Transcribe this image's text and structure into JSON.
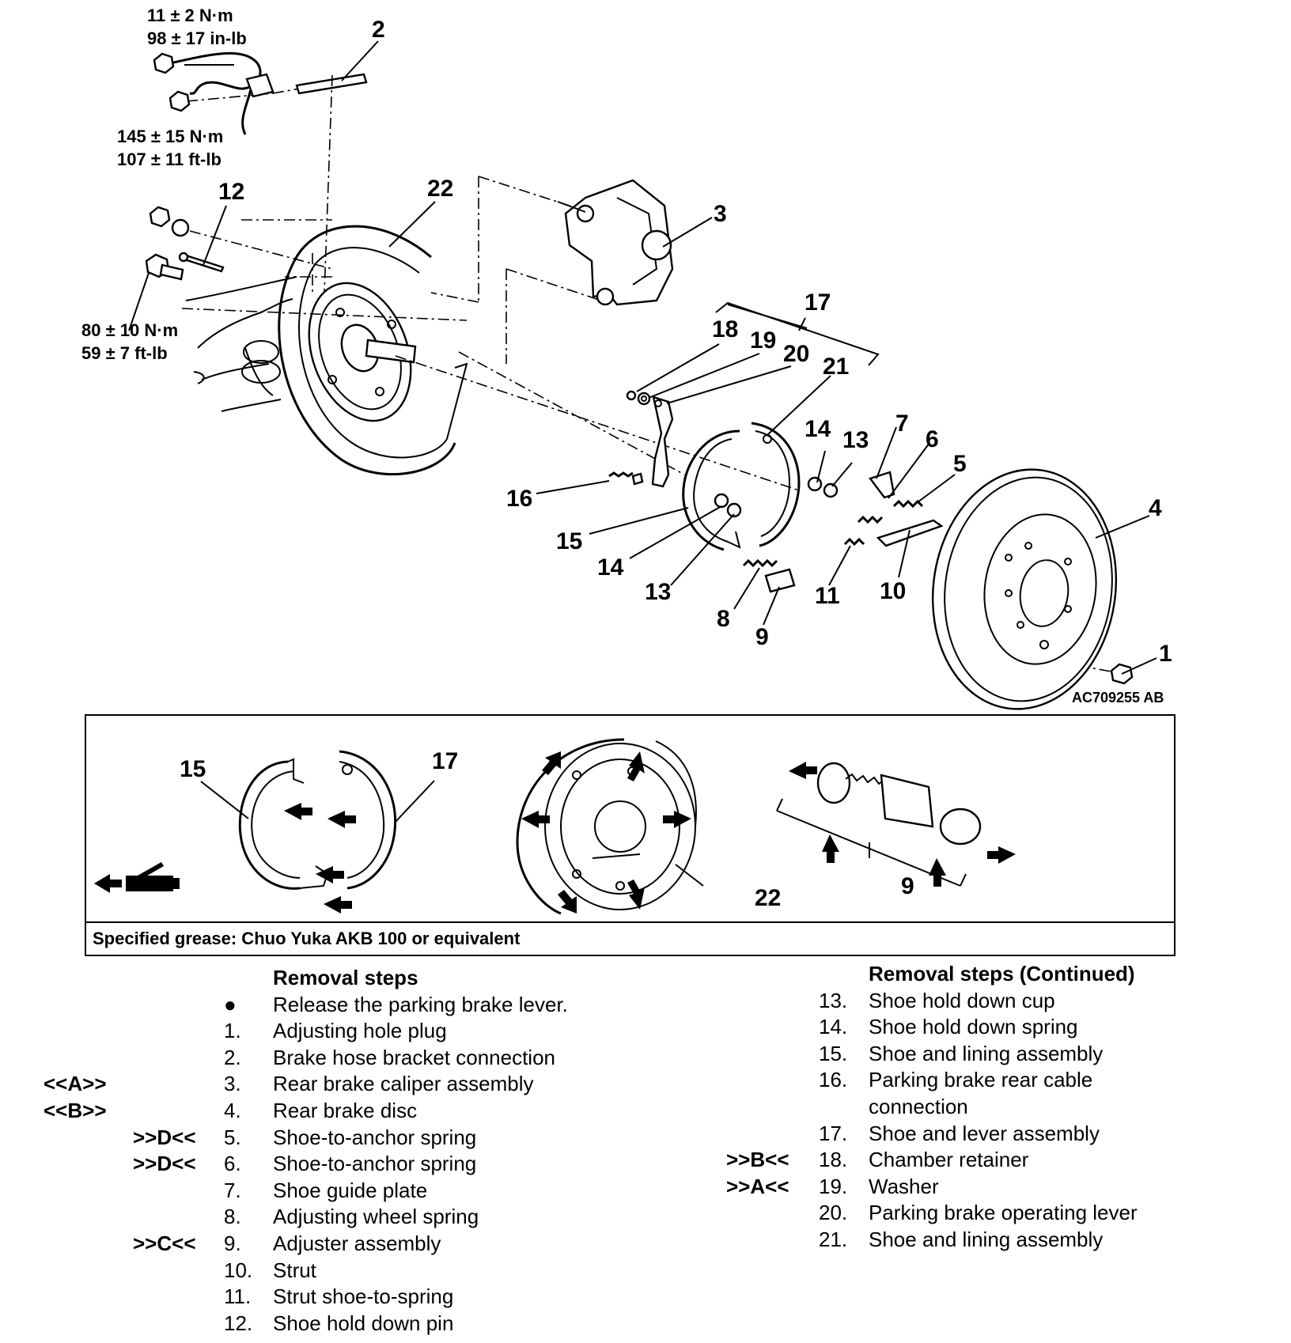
{
  "diagram": {
    "callouts": [
      "1",
      "2",
      "3",
      "4",
      "5",
      "6",
      "7",
      "8",
      "9",
      "10",
      "11",
      "12",
      "13",
      "14",
      "15",
      "16",
      "17",
      "18",
      "19",
      "20",
      "21",
      "22"
    ],
    "callouts_extra": [
      "14",
      "13",
      "14",
      "13"
    ],
    "torques": {
      "t1_nm": "11 ± 2 N·m",
      "t1_alt": "98 ± 17 in-lb",
      "t2_nm": "145 ± 15 N·m",
      "t2_alt": "107 ± 11 ft-lb",
      "t3_nm": "80 ± 10 N·m",
      "t3_alt": "59 ± 7 ft-lb"
    },
    "figure_code": "AC709255 AB"
  },
  "grease": {
    "callouts": [
      "15",
      "17",
      "22",
      "9"
    ],
    "note": "Specified grease: Chuo Yuka AKB 100 or equivalent"
  },
  "removal_left": {
    "heading": "Removal steps",
    "steps": [
      {
        "code": "",
        "num": "●",
        "text": "Release the parking brake lever."
      },
      {
        "code": "",
        "num": "1.",
        "text": "Adjusting hole plug"
      },
      {
        "code": "",
        "num": "2.",
        "text": "Brake hose bracket connection"
      },
      {
        "code": "<<A>>",
        "num": "3.",
        "text": "Rear brake caliper assembly"
      },
      {
        "code": "<<B>>",
        "num": "4.",
        "text": "Rear brake disc"
      },
      {
        "code": ">>D<<",
        "num": "5.",
        "text": "Shoe-to-anchor spring"
      },
      {
        "code": ">>D<<",
        "num": "6.",
        "text": "Shoe-to-anchor spring"
      },
      {
        "code": "",
        "num": "7.",
        "text": "Shoe guide plate"
      },
      {
        "code": "",
        "num": "8.",
        "text": "Adjusting wheel spring"
      },
      {
        "code": ">>C<<",
        "num": "9.",
        "text": "Adjuster assembly"
      },
      {
        "code": "",
        "num": "10.",
        "text": "Strut"
      },
      {
        "code": "",
        "num": "11.",
        "text": "Strut shoe-to-spring"
      },
      {
        "code": "",
        "num": "12.",
        "text": "Shoe hold down pin"
      }
    ]
  },
  "removal_right": {
    "heading": "Removal steps (Continued)",
    "steps": [
      {
        "code": "",
        "num": "13.",
        "text": "Shoe hold down cup"
      },
      {
        "code": "",
        "num": "14.",
        "text": "Shoe hold down spring"
      },
      {
        "code": "",
        "num": "15.",
        "text": "Shoe and lining assembly"
      },
      {
        "code": "",
        "num": "16.",
        "text": "Parking brake rear cable"
      },
      {
        "code": "",
        "num": "",
        "text": "connection"
      },
      {
        "code": "",
        "num": "17.",
        "text": "Shoe and lever assembly"
      },
      {
        "code": ">>B<<",
        "num": "18.",
        "text": "Chamber retainer"
      },
      {
        "code": ">>A<<",
        "num": "19.",
        "text": "Washer"
      },
      {
        "code": "",
        "num": "20.",
        "text": "Parking brake operating lever"
      },
      {
        "code": "",
        "num": "21.",
        "text": "Shoe and lining assembly"
      }
    ]
  }
}
